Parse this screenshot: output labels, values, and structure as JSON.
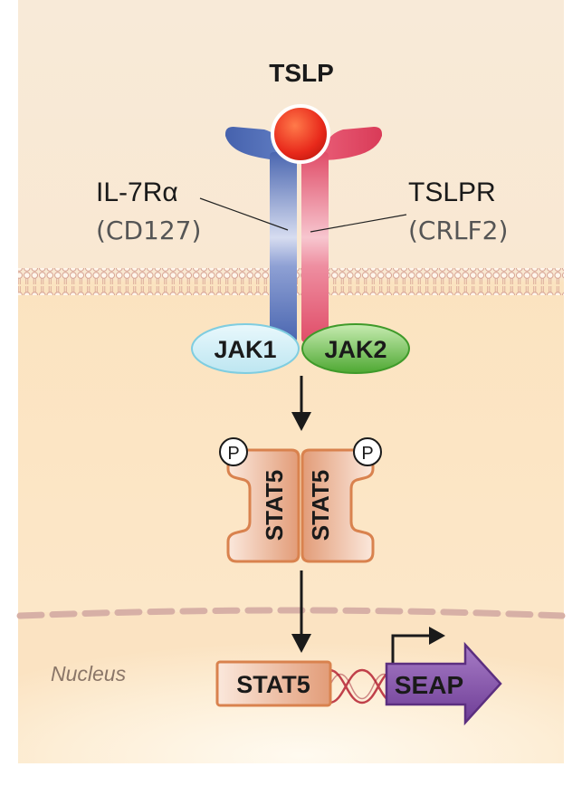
{
  "ligand": {
    "label": "TSLP"
  },
  "receptors": {
    "left": {
      "name": "IL-7Rα",
      "alias": "(CD127)"
    },
    "right": {
      "name": "TSLPR",
      "alias": "(CRLF2)"
    }
  },
  "kinases": {
    "left": "JAK1",
    "right": "JAK2"
  },
  "dimer": {
    "left": "STAT5",
    "right": "STAT5",
    "phospho_symbol": "P"
  },
  "nucleus": {
    "label": "Nucleus",
    "stat_box": "STAT5",
    "reporter": "SEAP"
  },
  "colors": {
    "background_top": "#f8ead8",
    "cytoplasm": "#fbe6c6",
    "ligand": "#e8291b",
    "receptor_left": "#4f6fb8",
    "receptor_right": "#e05a73",
    "jak1": "#cfeef6",
    "jak2": "#6fbf4a",
    "stat5": "#e9a987",
    "seap": "#8a57ad",
    "membrane": "#e3b8ad"
  }
}
